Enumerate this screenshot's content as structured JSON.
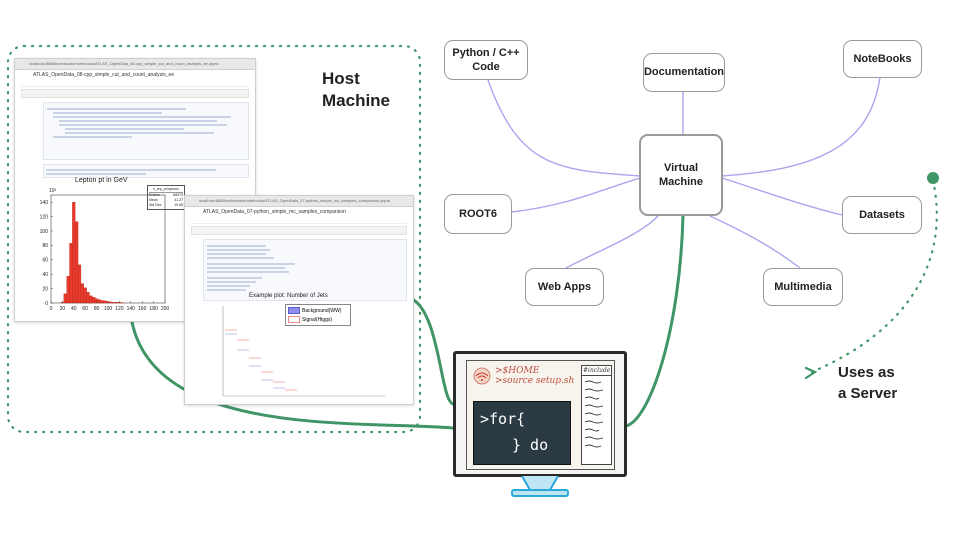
{
  "host": {
    "title_line1": "Host",
    "title_line2": "Machine",
    "screen1": {
      "url_text": "localhost:8888/notebooks/notebooks/ATLAS_OpenData_08-cpp_simple_cut_and_count_analysis_ee.ipynb",
      "notebook_title": "ATLAS_OpenData_08-cpp_simple_cut_and_count_analysis_ee",
      "chart_title": "Lepton pt in GeV",
      "stats_box": {
        "name": "h_lep_pt  leptons",
        "entries_label": "Entries",
        "entries_value": "66973",
        "mean_label": "Mean",
        "mean_value": "41.27",
        "stddev_label": "Std Dev",
        "stddev_value": "19.65"
      },
      "y_exponent": "10³",
      "y_ticks": [
        "140",
        "120",
        "100",
        "80",
        "60",
        "40",
        "20",
        "0"
      ],
      "x_ticks": [
        "0",
        "20",
        "40",
        "60",
        "80",
        "100",
        "120",
        "140",
        "160",
        "180",
        "200"
      ]
    },
    "screen2": {
      "url_text": "localhost:8888/notebooks/notebooks/ATLAS_OpenData_07-python_simple_mc_samples_comparison.ipynb",
      "notebook_title": "ATLAS_OpenData_07-python_simple_mc_samples_comparison",
      "chart_title": "Example plot: Number of Jets",
      "legend_background": "Background(WW)",
      "legend_signal": "Signal(Higgs)"
    }
  },
  "vm": {
    "center": "Virtual Machine",
    "nodes": {
      "python": {
        "line1": "Python / C++",
        "line2": "Code"
      },
      "documentation": "Documentation",
      "notebooks": "NoteBooks",
      "root6": "ROOT6",
      "datasets": "Datasets",
      "webapps": "Web Apps",
      "multimedia": "Multimedia"
    }
  },
  "monitor": {
    "home_line1": ">$HOME",
    "home_line2": ">source setup.sh",
    "term_line1": ">for{",
    "term_line2": "} do",
    "side_header": "#include"
  },
  "uses_line1": "Uses as",
  "uses_line2": "a Server",
  "colors": {
    "green": "#3f9566",
    "purple": "#a8a7ee",
    "red": "#e83a2c",
    "dark_screen": "#2b3a42",
    "stand_blue": "#2aa8d8"
  },
  "chart_data": [
    {
      "type": "bar",
      "title": "Lepton pt in GeV",
      "x": [
        20,
        25,
        30,
        35,
        40,
        45,
        50,
        55,
        60,
        65,
        70,
        75,
        80,
        85,
        90,
        95,
        100,
        105,
        110,
        115,
        120,
        125
      ],
      "values": [
        1,
        13,
        37,
        83,
        140,
        113,
        53,
        27,
        21,
        15,
        10,
        8,
        6,
        4.5,
        3.5,
        3,
        2,
        1.5,
        1,
        1,
        0.8,
        0.6
      ],
      "ylim": [
        0,
        150
      ],
      "xlim": [
        0,
        200
      ],
      "xlabel": "",
      "ylabel": ""
    },
    {
      "type": "line",
      "title": "Example plot: Number of Jets",
      "series": [
        {
          "name": "Background(WW)",
          "values": []
        },
        {
          "name": "Signal(Higgs)",
          "values": []
        }
      ]
    }
  ]
}
